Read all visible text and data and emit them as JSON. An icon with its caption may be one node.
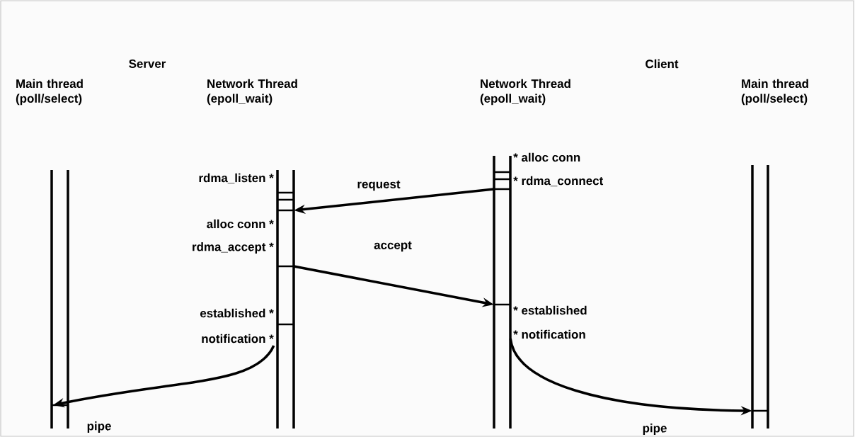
{
  "diagram": {
    "nodes": [
      {
        "text": [
          "Main thread (poll/select)"
        ]
      },
      {
        "text": [
          "Network Thread (epoll_wait)",
          "rdma_listen *",
          "alloc conn *",
          "rdma_accept *",
          "established *",
          "notification *"
        ]
      },
      {
        "text": [
          "Network Thread (epoll_wait)",
          "* alloc conn",
          "* rdma_connect",
          "* established",
          "* notification"
        ]
      },
      {
        "text": [
          "Main thread (poll/select)"
        ]
      }
    ],
    "edges": [
      {
        "from": 2,
        "to": 1,
        "arrow": "to",
        "label": "request"
      },
      {
        "from": 1,
        "to": 2,
        "arrow": "to",
        "label": "accept"
      },
      {
        "from": 1,
        "to": 0,
        "arrow": "to",
        "label": "pipe"
      },
      {
        "from": 2,
        "to": 3,
        "arrow": "to",
        "label": "pipe"
      }
    ],
    "labels": [
      "Server",
      "Client"
    ]
  }
}
